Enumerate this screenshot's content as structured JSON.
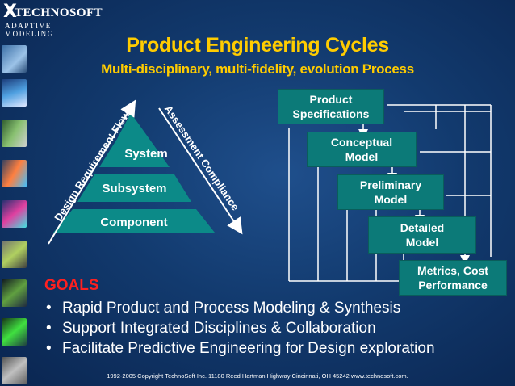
{
  "logo": {
    "mark": "X",
    "brand": "TECHNOSOFT",
    "tagline": "ADAPTIVE MODELING"
  },
  "title": "Product Engineering Cycles",
  "subtitle": "Multi-disciplinary, multi-fidelity, evolution Process",
  "pyramid": {
    "levels": [
      "System",
      "Subsystem",
      "Component"
    ],
    "left_arrow_label": "Design Requirement Flow",
    "right_arrow_label": "Assessment Compliance"
  },
  "cascade": {
    "steps": [
      "Product\nSpecifications",
      "Conceptual\nModel",
      "Preliminary\nModel",
      "Detailed\nModel",
      "Metrics, Cost\nPerformance"
    ]
  },
  "goals": {
    "heading": "GOALS",
    "items": [
      "Rapid Product and Process Modeling & Synthesis",
      "Support Integrated Disciplines & Collaboration",
      "Facilitate Predictive Engineering for Design exploration"
    ]
  },
  "footer": "1992-2005 Copyright TechnoSoft Inc.  11180 Reed Hartman Highway  Cincinnati, OH 45242  www.technosoft.com.",
  "colors": {
    "title": "#ffcc00",
    "pyramid": "#0c8a88",
    "box": "#0c7a78",
    "goals_heading": "#ff2020",
    "text": "#ffffff"
  }
}
